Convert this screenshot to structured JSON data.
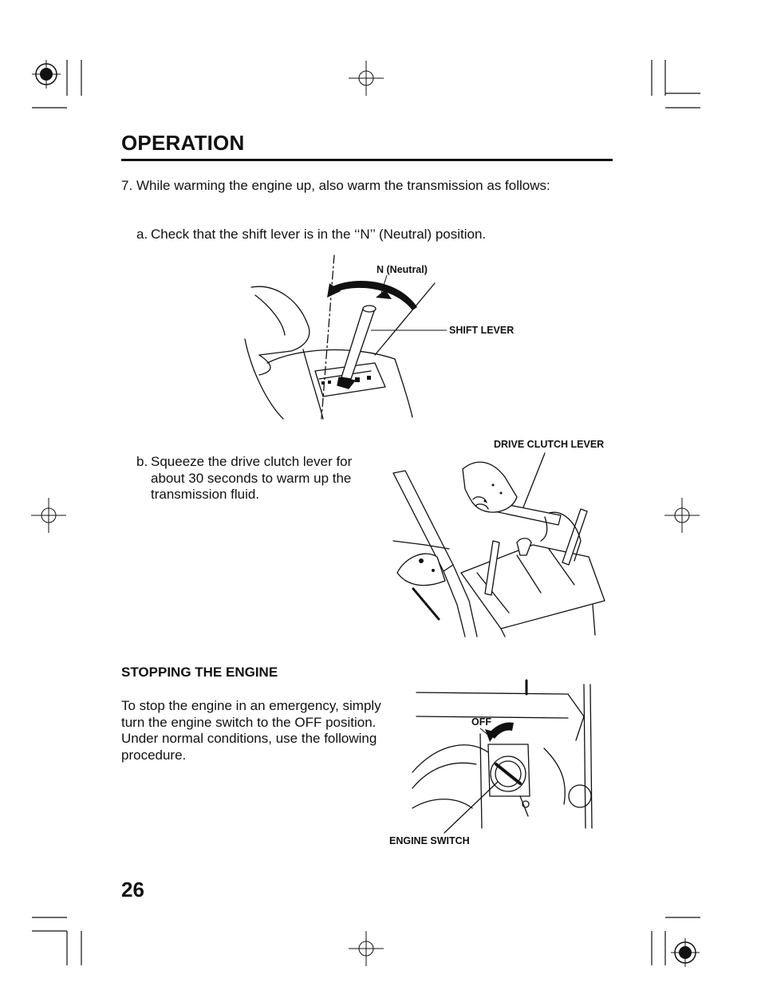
{
  "header": {
    "title": "OPERATION"
  },
  "step7": {
    "number": "7.",
    "text": "While warming the engine up, also warm the transmission as follows:",
    "sub_a": {
      "letter": "a.",
      "text": "Check that the shift lever is in the ‘‘N’’ (Neutral) position."
    },
    "sub_b": {
      "letter": "b.",
      "text": "Squeeze the drive clutch lever for about 30 seconds to warm up the transmission fluid."
    }
  },
  "figure1": {
    "label_neutral": "N (Neutral)",
    "label_shift": "SHIFT LEVER"
  },
  "figure2": {
    "label_clutch": "DRIVE CLUTCH LEVER"
  },
  "stopping": {
    "heading": "STOPPING THE ENGINE",
    "text": "To stop the engine in an emergency, simply turn the engine switch to the OFF position. Under normal conditions, use the following procedure."
  },
  "figure3": {
    "label_off": "OFF",
    "label_switch": "ENGINE SWITCH"
  },
  "footer": {
    "page_number": "26"
  }
}
